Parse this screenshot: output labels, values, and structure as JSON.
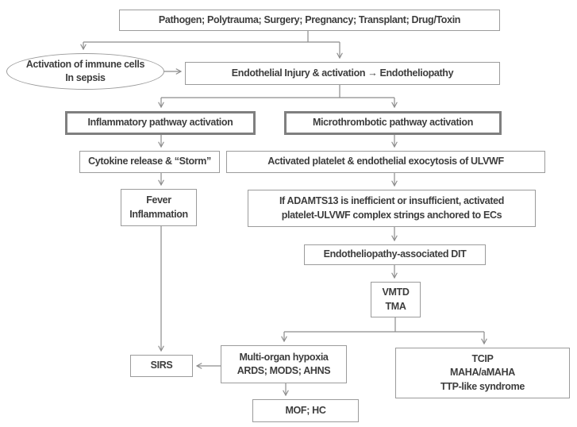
{
  "nodes": {
    "trigger": "Pathogen; Polytrauma; Surgery; Pregnancy; Transplant; Drug/Toxin",
    "immune_activation": "Activation of immune cells\nIn sepsis",
    "endothelial_injury": "Endothelial Injury & activation → Endotheliopathy",
    "inflammatory_pathway": "Inflammatory pathway activation",
    "microthrombotic_pathway": "Microthrombotic pathway activation",
    "cytokine_storm": "Cytokine release & “Storm”",
    "ulvwf_exocytosis": "Activated platelet & endothelial exocytosis of ULVWF",
    "fever_inflammation": "Fever\nInflammation",
    "adamts13": "If ADAMTS13 is inefficient or insufficient, activated\nplatelet-ULVWF complex strings anchored to ECs",
    "dit": "Endotheliopathy-associated DIT",
    "vmtd_tma": "VMTD\nTMA",
    "sirs": "SIRS",
    "multiorgan_hypoxia": "Multi-organ hypoxia\nARDS; MODS; AHNS",
    "tcip": "TCIP\nMAHA/aMAHA\nTTP-like syndrome",
    "mof_hc": "MOF; HC"
  },
  "edges": [
    {
      "from": "trigger",
      "to": "immune_activation"
    },
    {
      "from": "trigger",
      "to": "endothelial_injury"
    },
    {
      "from": "immune_activation",
      "to": "endothelial_injury"
    },
    {
      "from": "endothelial_injury",
      "to": "inflammatory_pathway"
    },
    {
      "from": "endothelial_injury",
      "to": "microthrombotic_pathway"
    },
    {
      "from": "inflammatory_pathway",
      "to": "cytokine_storm"
    },
    {
      "from": "cytokine_storm",
      "to": "fever_inflammation"
    },
    {
      "from": "fever_inflammation",
      "to": "sirs"
    },
    {
      "from": "microthrombotic_pathway",
      "to": "ulvwf_exocytosis"
    },
    {
      "from": "ulvwf_exocytosis",
      "to": "adamts13"
    },
    {
      "from": "adamts13",
      "to": "dit"
    },
    {
      "from": "dit",
      "to": "vmtd_tma"
    },
    {
      "from": "vmtd_tma",
      "to": "multiorgan_hypoxia"
    },
    {
      "from": "vmtd_tma",
      "to": "tcip"
    },
    {
      "from": "multiorgan_hypoxia",
      "to": "sirs"
    },
    {
      "from": "multiorgan_hypoxia",
      "to": "mof_hc"
    }
  ],
  "colors": {
    "line": "#8c8c8c",
    "border": "#9b9b9b",
    "emphasis_border": "#7f7f7f",
    "text": "#3d3d3d",
    "background": "#ffffff"
  }
}
